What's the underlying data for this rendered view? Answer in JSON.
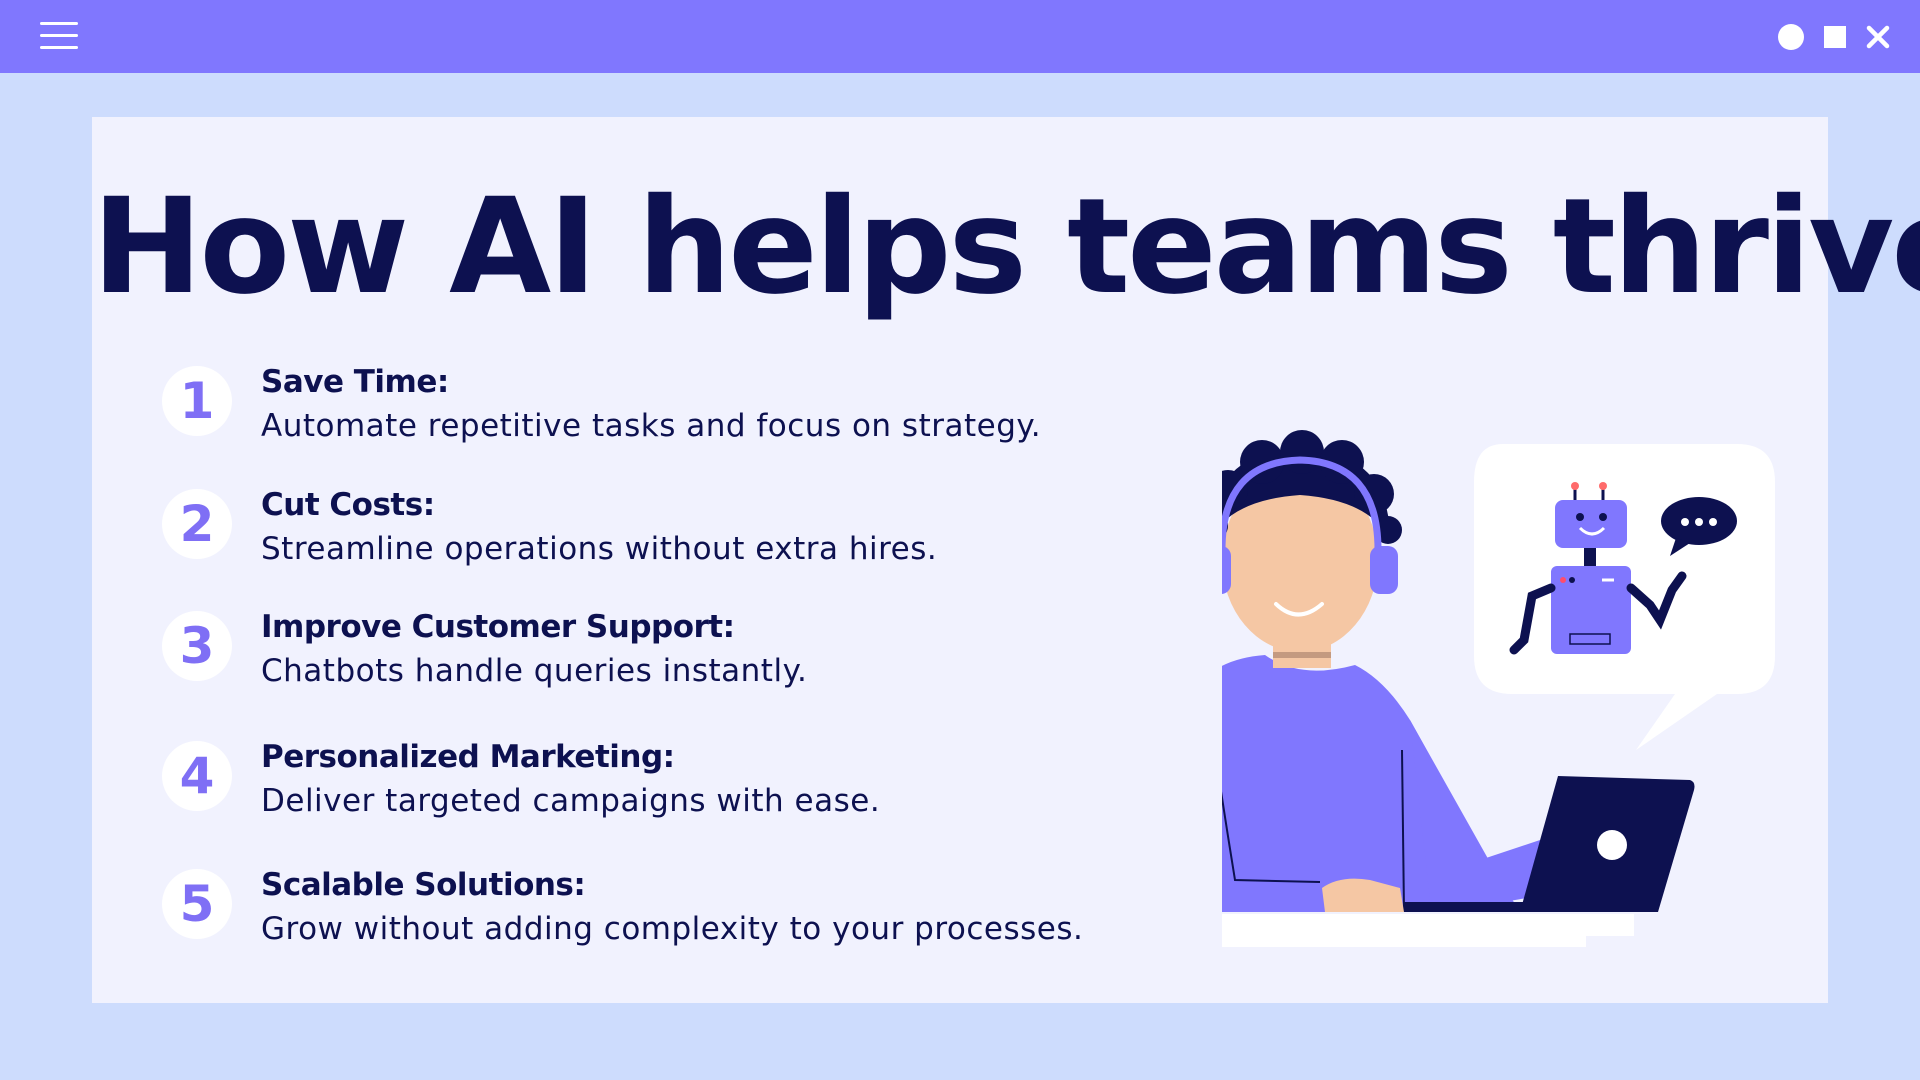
{
  "window": {
    "menu_icon": "hamburger-menu-icon",
    "controls": [
      "minimize-circle-icon",
      "maximize-square-icon",
      "close-x-icon"
    ]
  },
  "slide": {
    "title": "How AI helps teams thrive",
    "items": [
      {
        "number": "1",
        "title": "Save Time:",
        "description": "Automate repetitive tasks and focus on strategy."
      },
      {
        "number": "2",
        "title": "Cut Costs:",
        "description": "Streamline operations without extra hires."
      },
      {
        "number": "3",
        "title": "Improve Customer Support:",
        "description": "Chatbots handle queries instantly."
      },
      {
        "number": "4",
        "title": "Personalized Marketing:",
        "description": "Deliver targeted campaigns with ease."
      },
      {
        "number": "5",
        "title": "Scalable Solutions:",
        "description": "Grow without adding complexity to your processes."
      }
    ],
    "illustration": {
      "person_icon": "person-with-headset-illustration",
      "laptop_icon": "laptop-icon",
      "robot_icon": "robot-icon",
      "speech_bubble_icon": "speech-bubble-icon"
    }
  },
  "colors": {
    "topbar": "#8077fe",
    "background": "#cddcfd",
    "card": "#f1f2fe",
    "title_text": "#0d1150",
    "accent": "#7f6ff5"
  }
}
